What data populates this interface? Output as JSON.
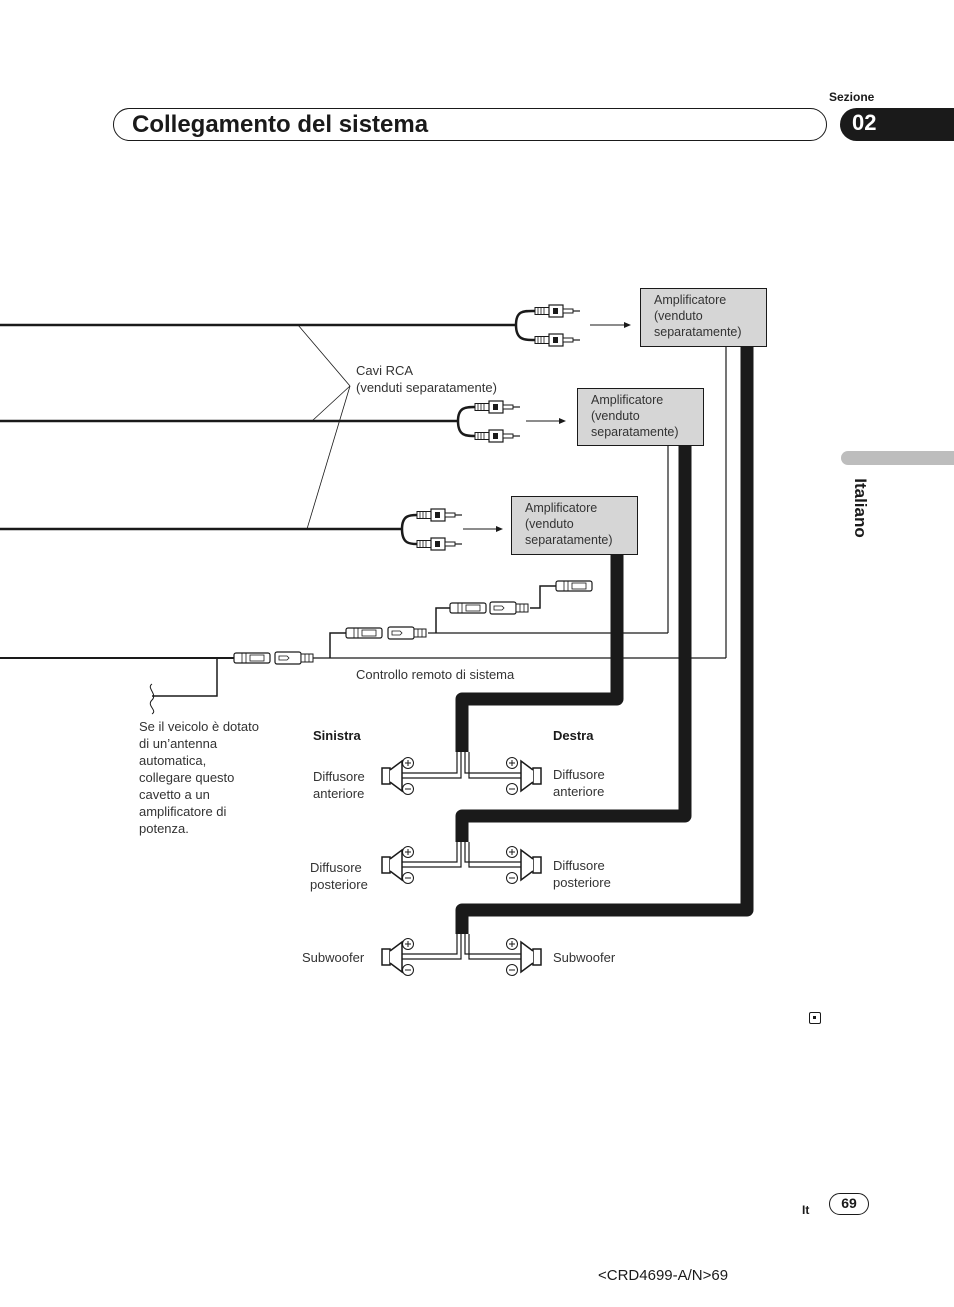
{
  "header": {
    "section_label": "Sezione",
    "title": "Collegamento del sistema",
    "section_number": "02"
  },
  "side_tab": {
    "language": "Italiano"
  },
  "diagram": {
    "amplifiers": [
      {
        "line1": "Amplificatore",
        "line2": "(venduto",
        "line3": "separatamente)"
      },
      {
        "line1": "Amplificatore",
        "line2": "(venduto",
        "line3": "separatamente)"
      },
      {
        "line1": "Amplificatore",
        "line2": "(venduto",
        "line3": "separatamente)"
      }
    ],
    "rca_cables": {
      "line1": "Cavi RCA",
      "line2": "(venduti separatamente)"
    },
    "remote_control": "Controllo remoto di sistema",
    "antenna_note": [
      "Se il veicolo è dotato",
      "di un’antenna",
      "automatica,",
      "collegare questo",
      "cavetto a un",
      "amplificatore di",
      "potenza."
    ],
    "left_label": "Sinistra",
    "right_label": "Destra",
    "left_front": {
      "line1": "Diffusore",
      "line2": "anteriore"
    },
    "right_front": {
      "line1": "Diffusore",
      "line2": "anteriore"
    },
    "left_rear": {
      "line1": "Diffusore",
      "line2": "posteriore"
    },
    "right_rear": {
      "line1": "Diffusore",
      "line2": "posteriore"
    },
    "left_sub": "Subwoofer",
    "right_sub": "Subwoofer"
  },
  "footer": {
    "lang_code": "It",
    "page_number": "69",
    "doc_code": "<CRD4699-A/N>69"
  }
}
